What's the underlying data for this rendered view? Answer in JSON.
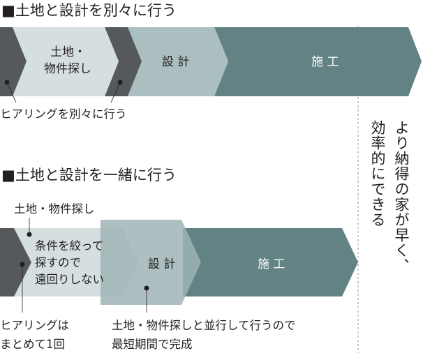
{
  "section1": {
    "title": "■土地と設計を別々に行う",
    "steps": {
      "land_line1": "土地・",
      "land_line2": "物件探し",
      "design": "設 計",
      "construction": "施 工"
    },
    "note": "ヒアリングを別々に行う"
  },
  "section2": {
    "title": "■土地と設計を一緒に行う",
    "land_label": "土地・物件探し",
    "land_note": [
      "条件を絞って",
      "探すので",
      "遠回りしない"
    ],
    "steps": {
      "design": "設 計",
      "construction": "施 工"
    },
    "hearing_note": [
      "ヒアリングは",
      "まとめて1回"
    ],
    "design_note": [
      "土地・物件探しと並行して行うので",
      "最短期間で完成"
    ]
  },
  "conclusion": [
    "より納得の家が早く、",
    "効率的にできる"
  ],
  "colors": {
    "dark": "#55595c",
    "light": "#d6dfe0",
    "mid": "#abbfc0",
    "teal": "#628283"
  }
}
